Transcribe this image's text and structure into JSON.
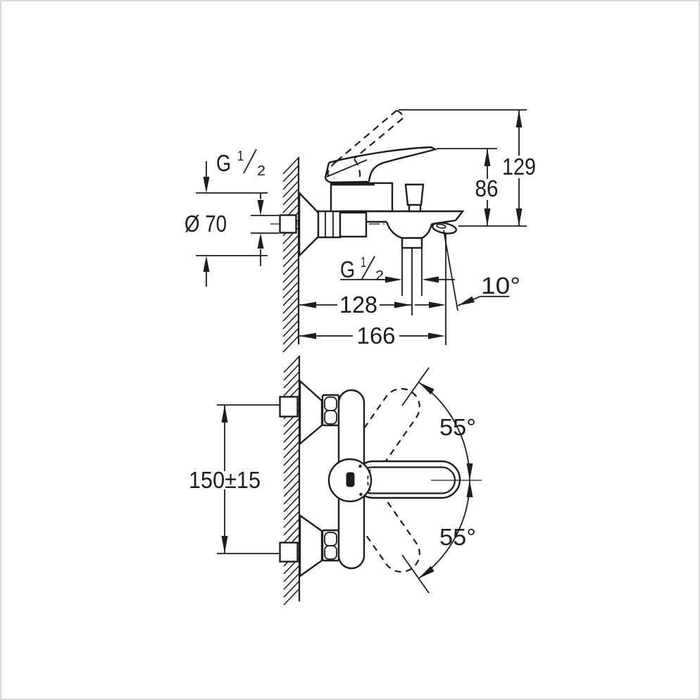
{
  "palette": {
    "ink": "#1d1d1b",
    "paper": "#ffffff",
    "frame": "#d8d8d8"
  },
  "side_view": {
    "wall_thread": {
      "main": "G",
      "num": "1",
      "den": "2"
    },
    "flange_diameter": "Ø 70",
    "height_overall": "129",
    "height_body": "86",
    "outlet_thread": {
      "main": "G",
      "num": "1",
      "den": "2"
    },
    "depth_outlet": "128",
    "depth_overall": "166",
    "spout_angle": "10°"
  },
  "front_view": {
    "union_spacing": "150±15",
    "swivel_upper": "55°",
    "swivel_lower": "55°"
  }
}
